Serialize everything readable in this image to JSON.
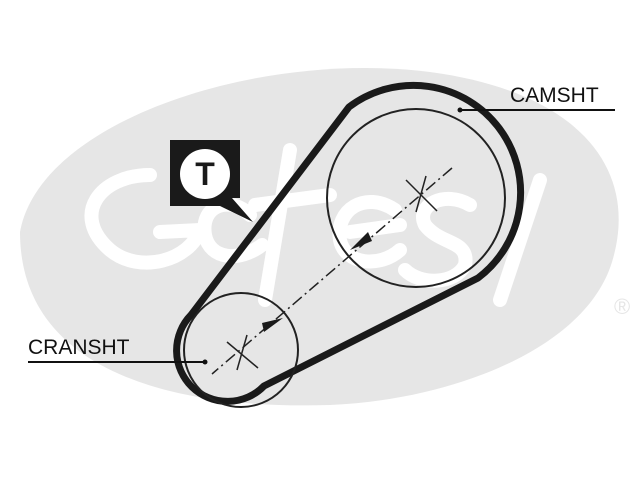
{
  "labels": {
    "camshaft": "CAMSHT",
    "crankshaft": "CRANSHT",
    "tensioner_badge": "T",
    "trademark": "®"
  },
  "watermark": {
    "brand": "Gates",
    "color": "#e6e6e6"
  },
  "colors": {
    "belt": "#1a1a1a",
    "pulley_outline": "#222222",
    "badge_background": "#1a1a1a",
    "badge_circle": "#ffffff",
    "text": "#111111"
  },
  "icons": {
    "tensioner": "tensioner-callout-icon"
  }
}
